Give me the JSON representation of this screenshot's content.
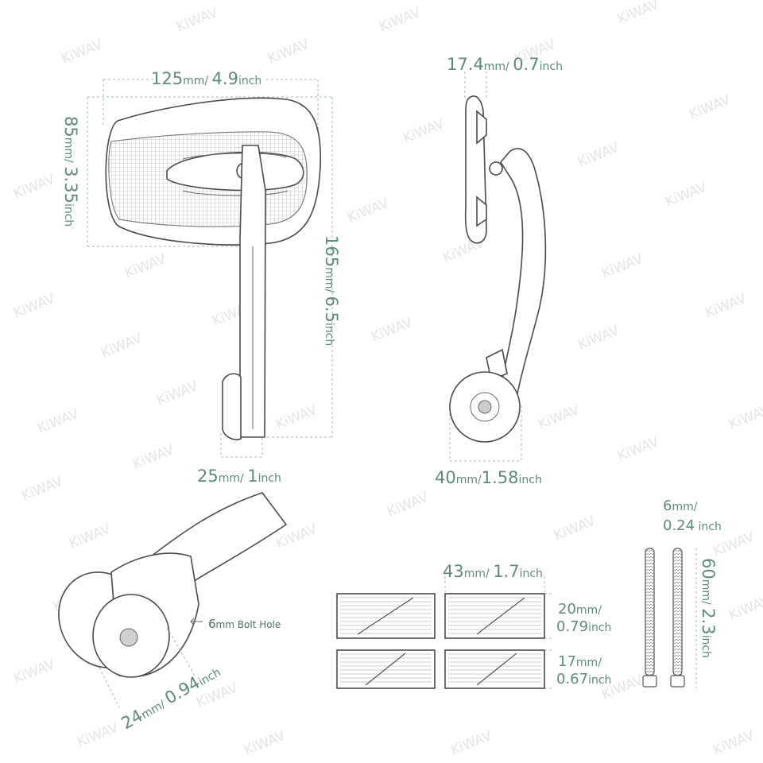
{
  "watermark": {
    "text": "KiWAV"
  },
  "colors": {
    "dimension_text": "#5e8a7c",
    "outline": "#4a4a4a",
    "dimension_line": "#9fbab1",
    "watermark": "#e2e6e4"
  },
  "dimensions": {
    "mirror_width": {
      "mm_value": "125",
      "mm_unit": "mm",
      "sep": "/ ",
      "in_value": "4.9",
      "in_unit": "inch"
    },
    "mirror_height": {
      "mm_value": "85",
      "mm_unit": "mm",
      "sep": "/ ",
      "in_value": "3.35",
      "in_unit": "inch"
    },
    "total_length": {
      "mm_value": "165",
      "mm_unit": "mm",
      "sep": "/ ",
      "in_value": "6.5",
      "in_unit": "inch"
    },
    "arm_width": {
      "mm_value": "25",
      "mm_unit": "mm",
      "sep": "/ ",
      "in_value": "1",
      "in_unit": "inch"
    },
    "mirror_thickness": {
      "mm_value": "17.4",
      "mm_unit": "mm",
      "sep": "/ ",
      "in_value": "0.7",
      "in_unit": "inch"
    },
    "base_width": {
      "mm_value": "40",
      "mm_unit": "mm",
      "sep": "/",
      "in_value": "1.58",
      "in_unit": "inch"
    },
    "base_diameter": {
      "mm_value": "24",
      "mm_unit": "mm",
      "sep": "/ ",
      "in_value": "0.94",
      "in_unit": "inch"
    },
    "spacer_length": {
      "mm_value": "43",
      "mm_unit": "mm",
      "sep": "/ ",
      "in_value": "1.7",
      "in_unit": "inch"
    },
    "spacer_large": {
      "mm_value": "20",
      "mm_unit": "mm",
      "sep": "/",
      "in_value": "0.79",
      "in_unit": "inch"
    },
    "spacer_small": {
      "mm_value": "17",
      "mm_unit": "mm",
      "sep": "/",
      "in_value": "0.67",
      "in_unit": "inch"
    },
    "bolt_diameter": {
      "mm_value": "6",
      "mm_unit": "mm",
      "sep": "/",
      "in_value": "0.24",
      "in_unit": "inch"
    },
    "bolt_length": {
      "mm_value": "60",
      "mm_unit": "mm",
      "sep": "/ ",
      "in_value": "2.3",
      "in_unit": "inch"
    }
  },
  "notes": {
    "bolt_hole": {
      "mm_value": "6",
      "mm_unit": "mm",
      "label": "Bolt Hole"
    }
  }
}
